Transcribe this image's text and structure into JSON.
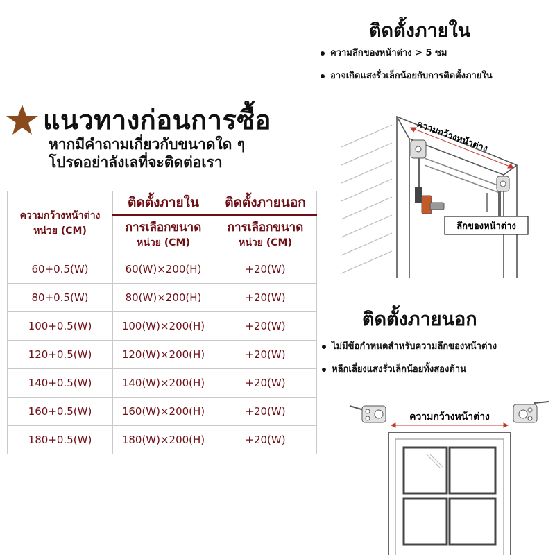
{
  "colors": {
    "accent": "#6e0f16",
    "star": "#8a4a1c",
    "arrow": "#c0392b"
  },
  "header": {
    "title": "แนวทางก่อนการซื้อ",
    "subtitle_line1": "หากมีคำถามเกี่ยวกับขนาดใด ๆ",
    "subtitle_line2": "โปรดอย่าลังเลที่จะติดต่อเรา"
  },
  "table": {
    "col1_header_line1": "ความกว้างหน้าต่าง",
    "col1_header_line2": "หน่วย (CM)",
    "col2_header": "ติดตั้งภายใน",
    "col3_header": "ติดตั้งภายนอก",
    "col2_sub": "การเลือกขนาด",
    "col2_unit": "หน่วย (CM)",
    "col3_sub": "การเลือกขนาด",
    "col3_unit": "หน่วย (CM)",
    "rows": [
      {
        "width": "60+0.5(W)",
        "inside": "60(W)×200(H)",
        "outside": "+20(W)"
      },
      {
        "width": "80+0.5(W)",
        "inside": "80(W)×200(H)",
        "outside": "+20(W)"
      },
      {
        "width": "100+0.5(W)",
        "inside": "100(W)×200(H)",
        "outside": "+20(W)"
      },
      {
        "width": "120+0.5(W)",
        "inside": "120(W)×200(H)",
        "outside": "+20(W)"
      },
      {
        "width": "140+0.5(W)",
        "inside": "140(W)×200(H)",
        "outside": "+20(W)"
      },
      {
        "width": "160+0.5(W)",
        "inside": "160(W)×200(H)",
        "outside": "+20(W)"
      },
      {
        "width": "180+0.5(W)",
        "inside": "180(W)×200(H)",
        "outside": "+20(W)"
      }
    ]
  },
  "inside": {
    "title": "ติดตั้งภายใน",
    "bullet1": "ความลึกของหน้าต่าง > 5 ซม",
    "bullet2": "อาจเกิดแสงรั่วเล็กน้อยกับการติดตั้งภายใน",
    "diagram_width_label": "ความกว้างหน้าต่าง",
    "diagram_depth_label": "ลึกของหน้าต่าง"
  },
  "outside": {
    "title": "ติดตั้งภายนอก",
    "bullet1": "ไม่มีข้อกำหนดสำหรับความลึกของหน้าต่าง",
    "bullet2": "หลีกเลี่ยงแสงรั่วเล็กน้อยทั้งสองด้าน",
    "diagram_width_label": "ความกว้างหน้าต่าง"
  },
  "icons": {
    "star": "star-icon",
    "bullet": "bullet-dot"
  }
}
